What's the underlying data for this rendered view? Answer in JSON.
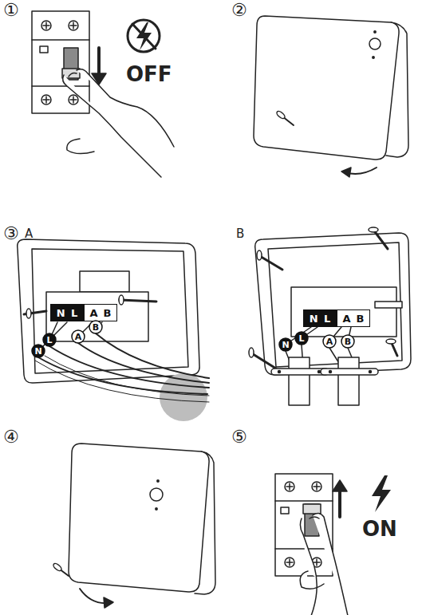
{
  "diagram": {
    "nodes": [
      {
        "text": [
          "N",
          "L"
        ]
      },
      {
        "text": [
          "A",
          "B"
        ]
      },
      {
        "text": [
          "L"
        ]
      },
      {
        "text": [
          "N"
        ]
      },
      {
        "text": [
          "A"
        ]
      },
      {
        "text": [
          "B"
        ]
      },
      {
        "text": [
          "N",
          "L"
        ]
      },
      {
        "text": [
          "A",
          "B"
        ]
      },
      {
        "text": [
          "N"
        ]
      },
      {
        "text": [
          "L"
        ]
      },
      {
        "text": [
          "A"
        ]
      },
      {
        "text": [
          "B"
        ]
      }
    ],
    "labels": [
      "①",
      "OFF",
      "②",
      "③",
      "A",
      "B",
      "④",
      "⑤",
      "ON"
    ]
  }
}
